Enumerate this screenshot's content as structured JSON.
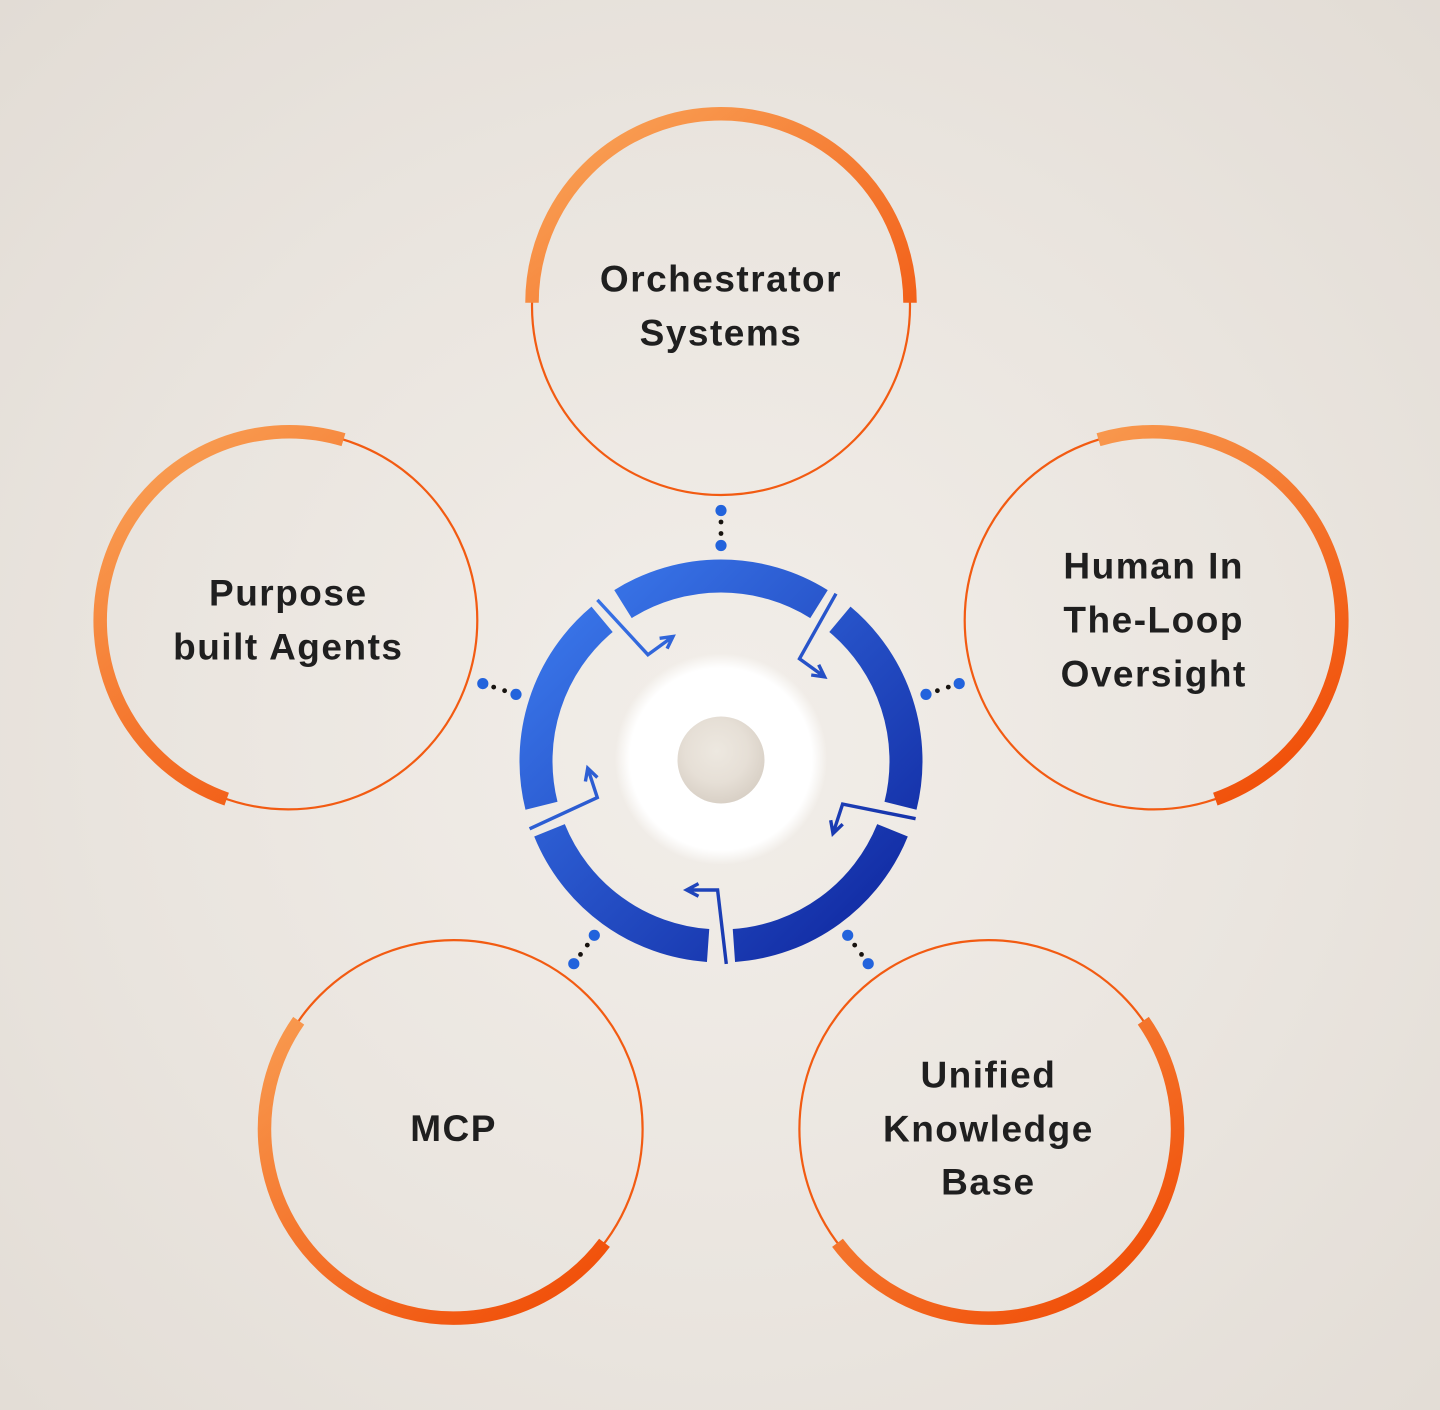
{
  "diagram": {
    "type": "hub-and-spoke",
    "hub": {
      "name": "central-process-ring",
      "segments": 5,
      "arrow_direction": "clockwise"
    },
    "nodes": [
      {
        "id": "orchestrator-systems",
        "label": "Orchestrator\nSystems",
        "angle": -90
      },
      {
        "id": "human-in-the-loop-oversight",
        "label": "Human In\nThe-Loop\nOversight",
        "angle": -18
      },
      {
        "id": "unified-knowledge-base",
        "label": "Unified\nKnowledge\nBase",
        "angle": 54
      },
      {
        "id": "mcp",
        "label": "MCP",
        "angle": 126
      },
      {
        "id": "purpose-built-agents",
        "label": "Purpose\nbuilt Agents",
        "angle": 198
      }
    ],
    "colors": {
      "background_center": "#F2EEE9",
      "background_mid": "#EAE5DF",
      "background_edge": "#E2DCD5",
      "orange_light": "#F9A156",
      "orange_dark": "#F04A04",
      "orange_ring": "#F25B12",
      "blue_light": "#3F80F3",
      "blue_dark": "#0C219A",
      "connector_dot_blue": "#2263DC",
      "connector_dot_dark": "#17130F",
      "hub_inner_fill": "#FFFFFF",
      "hub_core_light": "#EDE8E0",
      "hub_core_mid": "#E6DFD6",
      "hub_core_dark": "#D2C9BE",
      "label_text": "#1F1F1F"
    }
  }
}
